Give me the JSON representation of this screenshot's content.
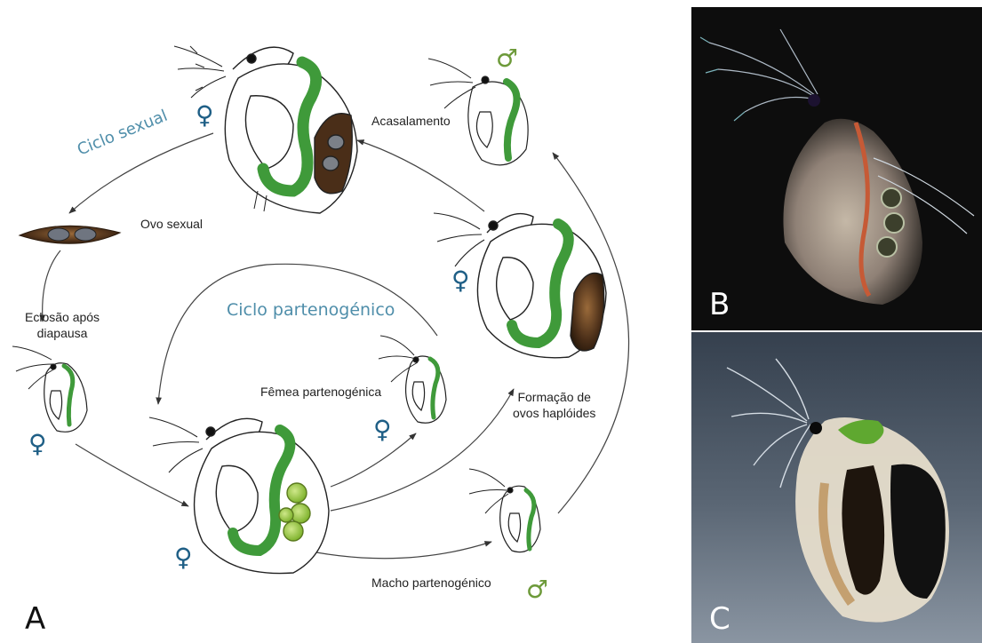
{
  "panels": {
    "a": "A",
    "b": "B",
    "c": "C"
  },
  "cycles": {
    "sexual": "Ciclo sexual",
    "parthenogenetic": "Ciclo partenogénico"
  },
  "labels": {
    "mating": "Acasalamento",
    "sexual_egg": "Ovo sexual",
    "hatching_line1": "Eclosão após",
    "hatching_line2": "diapausa",
    "parthenogenetic_female": "Fêmea partenogénica",
    "haploid_line1": "Formação de",
    "haploid_line2": "ovos haplóides",
    "parthenogenetic_male": "Macho partenogénico"
  },
  "symbols": {
    "female": "♀",
    "male": "♂"
  },
  "colors": {
    "cycle_text": "#4f8eaa",
    "female_symbol": "#1f5f86",
    "male_symbol": "#6d9a3a",
    "gut": "#3f9a3a",
    "egg_sac": "#4a2e18",
    "embryo": "#8fc13a",
    "photo_b_bg": "#0d0d0d",
    "photo_c_bg": "#4a5562"
  }
}
